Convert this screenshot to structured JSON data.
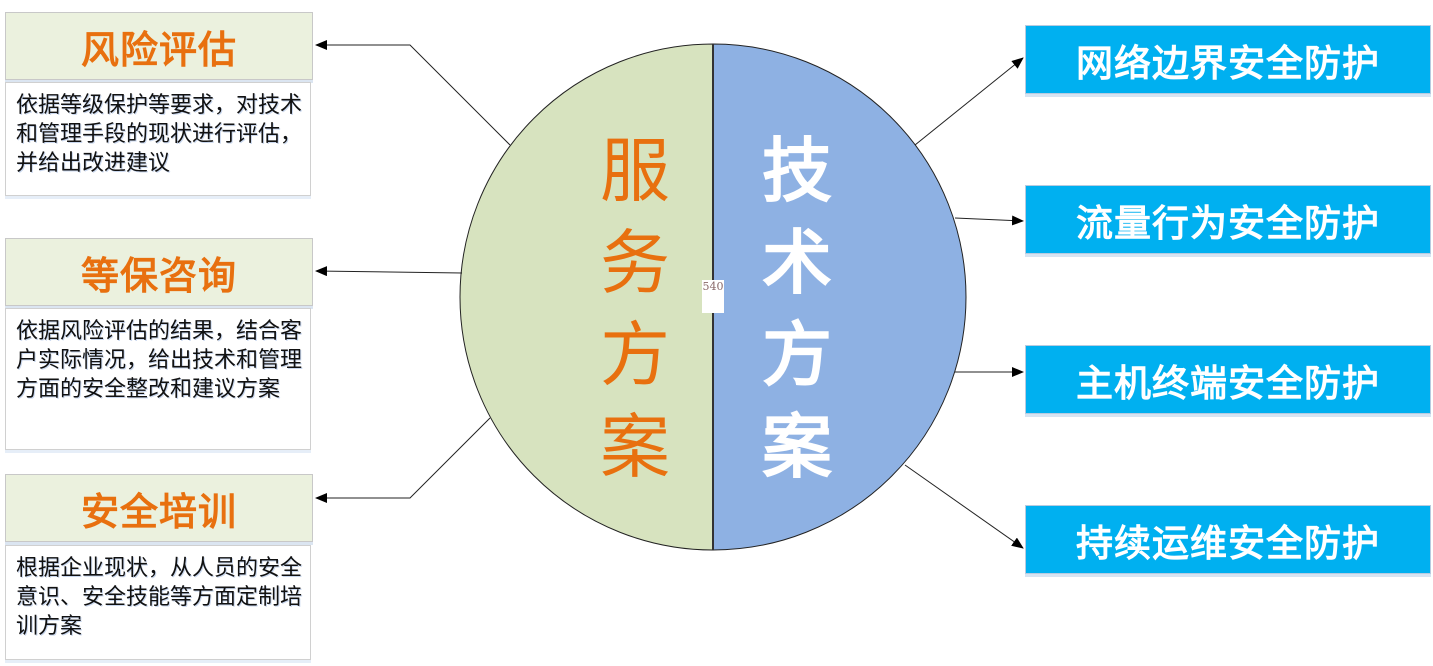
{
  "left_items": [
    {
      "title": "风险评估",
      "description": "依据等级保护等要求，对技术和管理手段的现状进行评估，并给出改进建议"
    },
    {
      "title": "等保咨询",
      "description": "依据风险评估的结果，结合客户实际情况，给出技术和管理方面的安全整改和建议方案"
    },
    {
      "title": "安全培训",
      "description": "根据企业现状，从人员的安全意识、安全技能等方面定制培训方案"
    }
  ],
  "circle": {
    "left_label": "服务方案",
    "right_label": "技术方案",
    "center_marker": "540"
  },
  "right_items": [
    {
      "label": "网络边界安全防护"
    },
    {
      "label": "流量行为安全防护"
    },
    {
      "label": "主机终端安全防护"
    },
    {
      "label": "持续运维安全防护"
    }
  ],
  "colors": {
    "orange": "#E8700F",
    "green_fill": "#D7E3BF",
    "blue_fill": "#8EB1E3",
    "cyan": "#00B0F0",
    "header_bg": "#EBF1DE"
  }
}
